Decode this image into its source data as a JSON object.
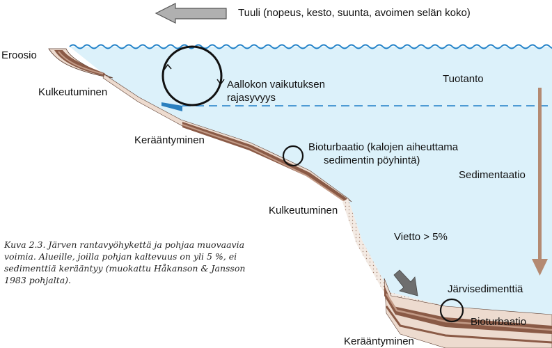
{
  "header": {
    "wind_label": "Tuuli (nopeus, kesto, suunta, avoimen selän koko)"
  },
  "labels": {
    "erosion": "Eroosio",
    "transport_upper": "Kulkeutuminen",
    "wave_depth_line1": "Aallokon vaikutuksen",
    "wave_depth_line2": "rajasyvyys",
    "production": "Tuotanto",
    "accumulation_upper": "Kerääntyminen",
    "bioturbation_line1": "Bioturbaatio (kalojen aiheuttama",
    "bioturbation_line2": "sedimentin pöyhintä)",
    "sedimentation": "Sedimentaatio",
    "transport_lower": "Kulkeutuminen",
    "slope": "Vietto > 5%",
    "lake_sediment": "Järvisedimenttiä",
    "bioturbation_lower": "Bioturbaatio",
    "accumulation_lower": "Kerääntyminen"
  },
  "caption": "Kuva 2.3. Järven rantavyöhykettä ja pohjaa muovaavia voimia. Alueille, joilla pohjan kaltevuus on yli 5 %, ei sedimenttiä kerääntyy (muokattu Håkanson & Jansson 1983 pohjalta).",
  "colors": {
    "water": "#dcf1fa",
    "wave_line": "#1e7fc7",
    "sediment_light": "#eddbcf",
    "sediment_dark": "#8a5a46",
    "sediment_mid": "#c29a86",
    "arrow_gray": "#b0b0b0",
    "sedimentation_arrow": "#b48a72"
  },
  "icons": [
    "wind-arrow-icon",
    "wave-circulation-icon",
    "bioturbation-circle-icon",
    "sedimentation-arrow-icon",
    "slide-arrow-icon"
  ]
}
